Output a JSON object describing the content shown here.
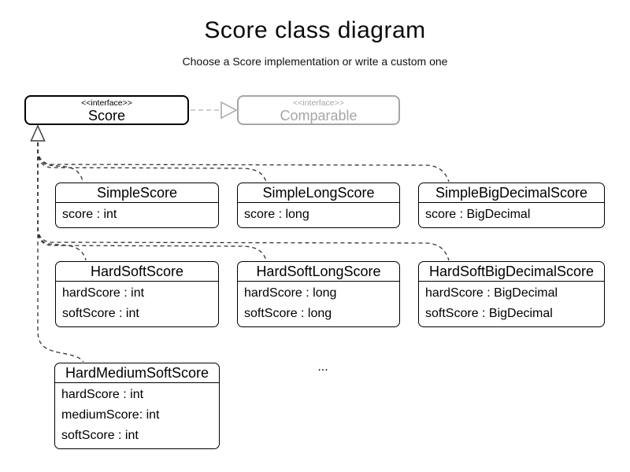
{
  "title": "Score class diagram",
  "subtitle": "Choose a Score implementation or write a custom one",
  "interfaces": {
    "score": {
      "stereotype": "<<interface>>",
      "name": "Score"
    },
    "comparable": {
      "stereotype": "<<interface>>",
      "name": "Comparable"
    }
  },
  "classes": [
    {
      "name": "SimpleScore",
      "attributes": [
        "score : int"
      ]
    },
    {
      "name": "SimpleLongScore",
      "attributes": [
        "score : long"
      ]
    },
    {
      "name": "SimpleBigDecimalScore",
      "attributes": [
        "score : BigDecimal"
      ]
    },
    {
      "name": "HardSoftScore",
      "attributes": [
        "hardScore : int",
        "softScore : int"
      ]
    },
    {
      "name": "HardSoftLongScore",
      "attributes": [
        "hardScore : long",
        "softScore : long"
      ]
    },
    {
      "name": "HardSoftBigDecimalScore",
      "attributes": [
        "hardScore : BigDecimal",
        "softScore : BigDecimal"
      ]
    },
    {
      "name": "HardMediumSoftScore",
      "attributes": [
        "hardScore : int",
        "mediumScore: int",
        "softScore : int"
      ]
    }
  ],
  "ellipsis": "...",
  "relationships": {
    "score_implements": "Comparable",
    "score_implementors": [
      "SimpleScore",
      "SimpleLongScore",
      "SimpleBigDecimalScore",
      "HardSoftScore",
      "HardSoftLongScore",
      "HardSoftBigDecimalScore",
      "HardMediumSoftScore"
    ]
  },
  "colors": {
    "text": "#000000",
    "muted": "#a6a6a6",
    "connector": "#333333",
    "background": "#ffffff"
  }
}
